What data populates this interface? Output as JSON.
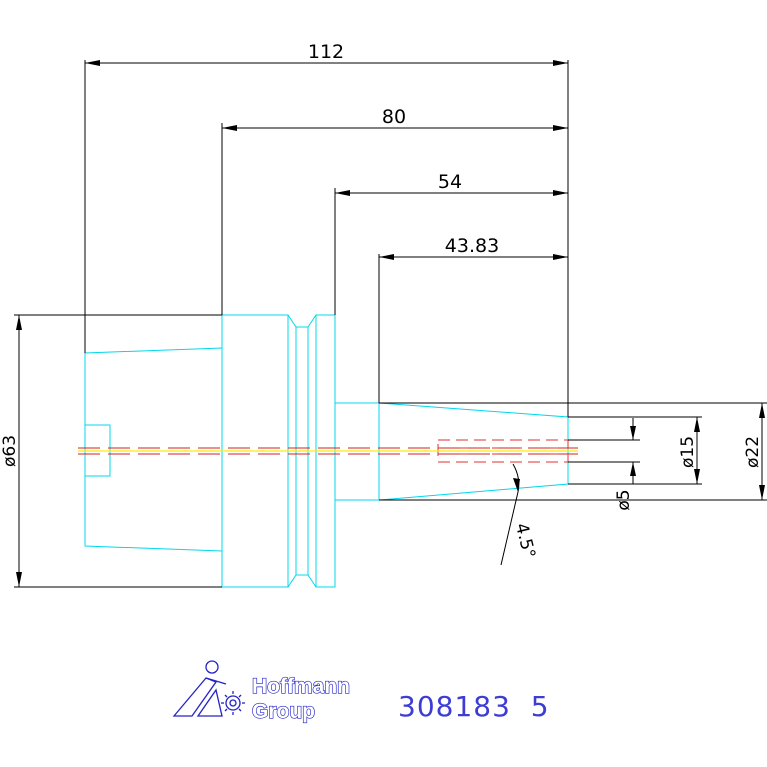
{
  "dimensions": {
    "total_length": "112",
    "length_80": "80",
    "length_54": "54",
    "length_43_83": "43.83",
    "dia_63": "ø63",
    "dia_22": "ø22",
    "dia_15": "ø15",
    "dia_5": "ø5",
    "angle": "4.5°"
  },
  "logo": {
    "line1": "Hoffmann",
    "line2": "Group"
  },
  "part_number": "308183  5",
  "colors": {
    "part_outline": "#00d8ee",
    "dimension": "#000000",
    "centerline": "#d42020",
    "logo": "#2323c8"
  }
}
